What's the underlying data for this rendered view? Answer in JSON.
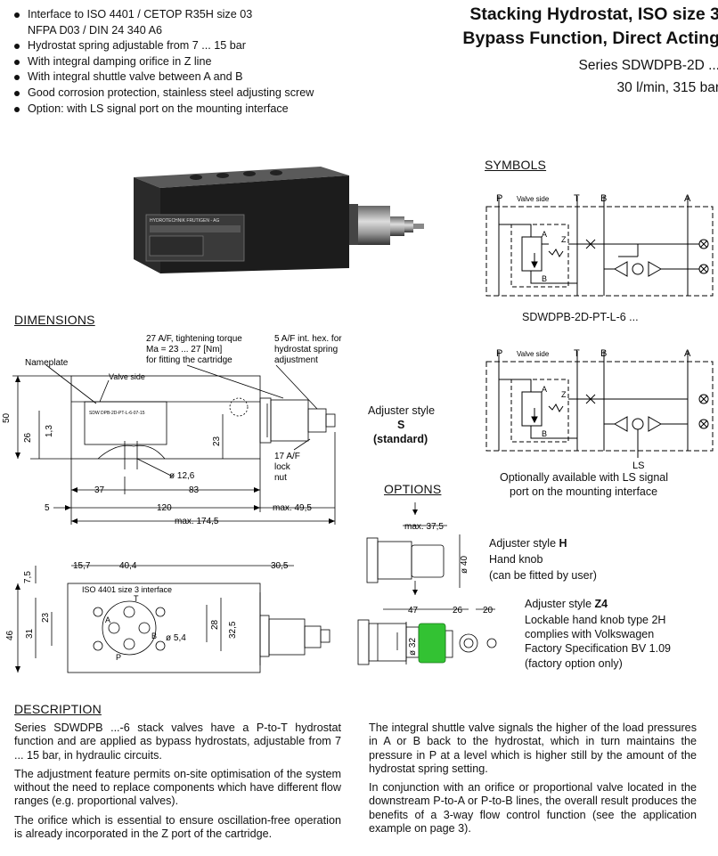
{
  "features": [
    "Interface to ISO 4401 / CETOP R35H size 03",
    "NFPA D03 / DIN 24 340  A6",
    "Hydrostat spring adjustable from 7 ... 15 bar",
    "With integral damping orifice in Z line",
    "With integral shuttle valve between A and B",
    "Good corrosion protection, stainless steel adjusting screw",
    "Option:  with LS signal port on the mounting interface"
  ],
  "header": {
    "title_line1": "Stacking Hydrostat, ISO size 3",
    "title_line2": "Bypass Function, Direct Acting",
    "series": "Series SDWDPB-2D ...",
    "rating": "30 l/min,   315 bar"
  },
  "photo": {
    "nameplate_text": "HYDROTECHNIK  FRUTIGEN - AG"
  },
  "symbols": {
    "heading": "SYMBOLS",
    "port_p": "P",
    "port_t": "T",
    "port_b": "B",
    "port_a": "A",
    "valve_side": "Valve side",
    "inner_a": "A",
    "inner_b": "B",
    "inner_z": "Z",
    "ls": "LS",
    "caption1": "SDWDPB-2D-PT-L-6 ...",
    "caption2_line1": "Optionally available with LS signal",
    "caption2_line2": "port on the mounting interface"
  },
  "dimensions": {
    "heading": "DIMENSIONS",
    "nameplate": "Nameplate",
    "valve_side": "Valve side",
    "torque_line1": "27 A/F, tightening torque",
    "torque_line2": "Ma = 23 ... 27 [Nm]",
    "torque_line3": "for fitting the cartridge",
    "hex_line1": "5 A/F int. hex. for",
    "hex_line2": "hydrostat spring",
    "hex_line3": "adjustment",
    "lock_line1": "17 A/F",
    "lock_line2": "lock",
    "lock_line3": "nut",
    "nameplate_code": "SDW DPB-2D-PT-L-6-07-15",
    "d50": "50",
    "d26": "26",
    "d13": "1,3",
    "d23": "23",
    "d126": "ø 12,6",
    "d37": "37",
    "d83": "83",
    "d5": "5",
    "d120": "120",
    "d495": "max. 49,5",
    "d1745": "max. 174,5",
    "d157": "15,7",
    "d404": "40,4",
    "d305": "30,5",
    "iso_label": "ISO 4401 size 3 interface",
    "d75": "7,5",
    "d46": "46",
    "d31": "31",
    "d23b": "23",
    "d28": "28",
    "d325": "32,5",
    "d54": "ø 5,4",
    "port_t": "T",
    "port_a": "A",
    "port_b": "B",
    "port_p": "P"
  },
  "adjuster_s": {
    "label": "Adjuster style",
    "code": "S",
    "note": "(standard)"
  },
  "options": {
    "heading": "OPTIONS",
    "h_dim": "max. 37,5",
    "h_dia": "ø 40",
    "h_label": "Adjuster style",
    "h_code": "H",
    "h_line2": "Hand knob",
    "h_line3": "(can be fitted by user)",
    "z4_d47": "47",
    "z4_d26": "26",
    "z4_d20": "20",
    "z4_dia": "ø 32",
    "z4_label": "Adjuster style",
    "z4_code": "Z4",
    "z4_line2": "Lockable hand knob type 2H",
    "z4_line3": "complies with Volkswagen",
    "z4_line4": "Factory Specification BV 1.09",
    "z4_line5": "(factory option only)",
    "green": "#33c233"
  },
  "description": {
    "heading": "DESCRIPTION",
    "left": [
      "Series SDWDPB ...-6 stack valves have a P-to-T hydrostat function and are applied as bypass hydrostats, adjustable from 7 ... 15 bar, in hydraulic circuits.",
      "The adjustment feature permits on-site optimisation of the system without the need to replace components which have different flow ranges (e.g. proportional valves).",
      "The orifice which is essential to ensure oscillation-free operation is already incorporated in the Z port of the cartridge."
    ],
    "right": [
      "The integral shuttle valve signals the higher of the load pressures in A or B back to the hydrostat, which in turn maintains the pressure in P at a level which is higher still by the amount of the hydrostat spring setting.",
      "In conjunction with an orifice or proportional valve located in the downstream P-to-A or P-to-B lines, the overall result produces the benefits of a 3-way flow control function (see the application example on page 3)."
    ]
  }
}
